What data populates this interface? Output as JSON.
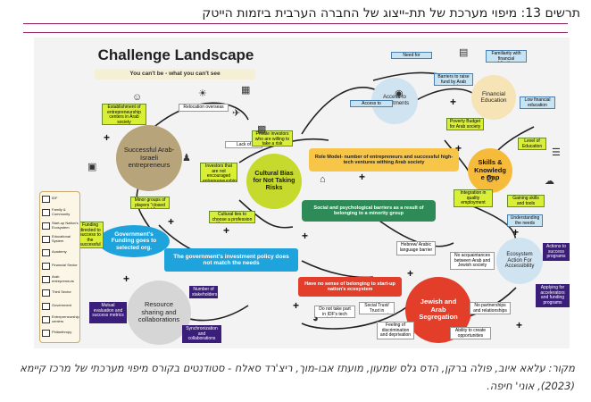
{
  "caption": "תרשים 13: מיפוי מערכת של תת-ייצוג של החברה הערבית ביזמות הייטק",
  "source": "מקור: עלאא איוב, פולה ברקן, הדס גלס שמעון, מועתז אבו-מוך, ריצ'רד סאלח - סטודנטים בקורס מיפוי מערכתי של מרכז קיימא (2023), אוני' חיפה.",
  "diagram": {
    "title": "Challenge Landscape",
    "subtitle": "You can't be -  what you can't see",
    "nodes": {
      "successful": "Successful Arab-Israeli entrepreneurs",
      "cultural": "Cultural Bias for Not Taking Risks",
      "access": "Access to Investments",
      "financial": "Financial Education",
      "skills": "Skills & Knowledg e Gap",
      "role_model": "Role Model-  number of entrepreneurs and successful high-tech ventures withing Arab society",
      "social": "Social and psychological barriers as a result of belonging to a minority group",
      "government": "Government's Funding goes to selected org.",
      "investment_policy": "The government's investment policy does not match the needs",
      "ecosystem": "Ecosystem Action For Accessibility",
      "no_sense": "Have no sense of belonging to start-up nation's ecosystem",
      "resource": "Resource sharing and collaborations",
      "jewish_arab": "Jewish and Arab Segregation"
    },
    "labels": {
      "establishment": "Establishment of entrepreneurship centers in Arab society",
      "relocation": "Relocation overseas",
      "investors": "Investors that are not encouraged entrepreneurship",
      "minor_players": "Minor groups of players \"closed club\"",
      "funding_directed": "Funding directed to success to the successful",
      "lack_investment": "Lack of investment",
      "private_investors": "Private investors who are willing to take a risk",
      "cultural_ties": "Cultural ties to choose a profession with secure income",
      "need_investment": "Need for investment",
      "access_investors": "Access to investors",
      "barriers_fund": "Barriers to raise fund by Arab society",
      "familiarity": "Familiarity with financial obligations",
      "low_financial": "Low financial education",
      "poverty": "Poverty Budget for Arab society",
      "level_education": "Level of Education",
      "integration": "Integration in quality employment",
      "gaining_skills": "Gaining skills and tools",
      "understanding": "Understanding the needs",
      "actions_access": "Actions to success programs",
      "applying": "Applying for accelerators and funding programs",
      "number_stakeholders": "Number of stakeholders",
      "mutual": "Mutual evaluation and success metrics",
      "synchronization": "Synchronization and collaborations",
      "hebrew_arabic": "Hebrew/ Arabic language barrier",
      "no_acquaintances": "No acquaintances between Arab and Jewish society",
      "no_partnerships": "No partnerships and relationships",
      "not_take_part": "Do not take part in IDF's tech trainings",
      "social_trust": "Social Trust/ Trust in government",
      "feeling": "Feeling of discrimination and deprivation",
      "ability": "Ability to create opportunities"
    },
    "legend": [
      "IDF",
      "Family & Community",
      "Start-up Nation's Ecosystem",
      "Educational System",
      "Academy",
      "Financial Sector",
      "Arab entrepreneurs",
      "Third Sector",
      "Government",
      "Entrepreneurship centers",
      "Philanthropy"
    ],
    "colors": {
      "tan_circle": "#b8a47a",
      "cultural_circle": "#c5da2c",
      "access_circle": "#cfe3f1",
      "financial_circle": "#f6e3b6",
      "skills_circle": "#f7bb3b",
      "role_box": "#f7c548",
      "social_box": "#2e8b57",
      "gov_oval": "#1ea3dc",
      "policy_box": "#1ea3dc",
      "ecosystem_circle": "#cfe3f1",
      "no_sense_box": "#e23e2a",
      "resource_circle": "#d6d6d6",
      "segregation_circle": "#e23e2a",
      "caption_rule": "#8b1b5c",
      "label_green": "#d8ef36"
    },
    "icons": [
      "people-icon",
      "sun-icon",
      "chart-icon",
      "briefcase-icon",
      "calculator-icon",
      "cloud-icon",
      "gear-icon",
      "house-icon",
      "person-icon",
      "mask-icon",
      "helmet-icon",
      "book-icon",
      "building-icon",
      "plane-icon"
    ]
  }
}
